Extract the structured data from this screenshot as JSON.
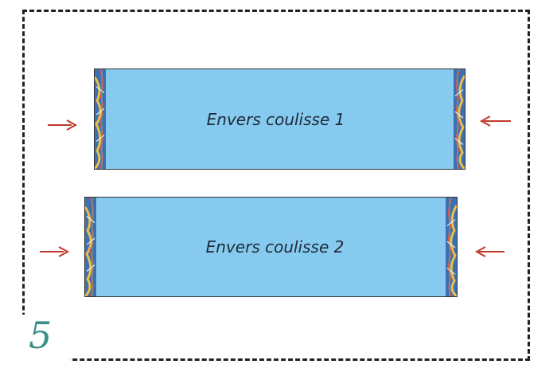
{
  "step_number": "5",
  "strips": [
    {
      "label": "Envers coulisse 1"
    },
    {
      "label": "Envers coulisse 2"
    }
  ],
  "colors": {
    "fabric_wrong_side": "#86cbef",
    "arrow": "#c0392b",
    "step_number": "#3a8f86",
    "frame": "#222222"
  },
  "icons": [
    "arrow-right-icon",
    "arrow-left-icon",
    "print-edge-pattern"
  ]
}
